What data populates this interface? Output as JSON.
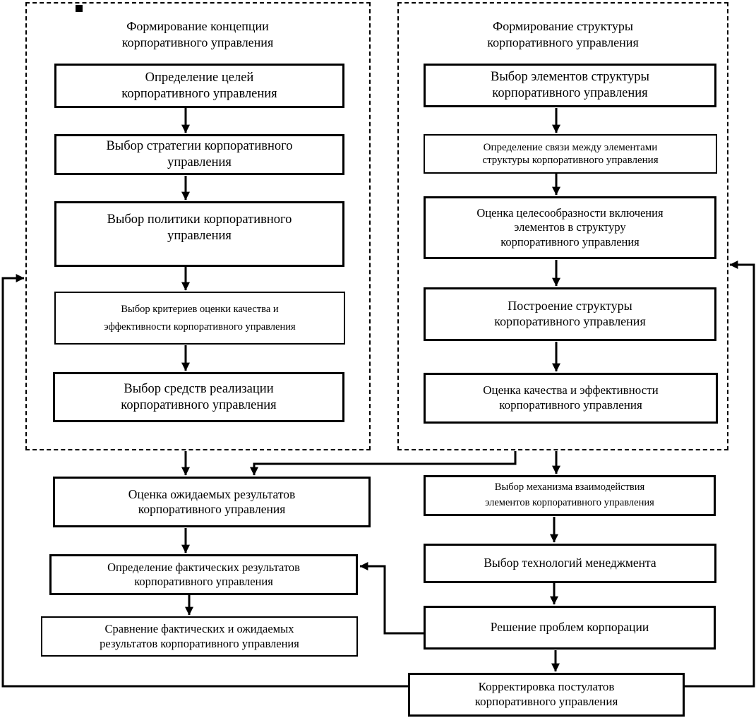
{
  "panels": {
    "left": {
      "title": "Формирование концепции\nкорпоративного управления"
    },
    "right": {
      "title": "Формирование структуры\nкорпоративного управления"
    }
  },
  "boxes": {
    "l1": {
      "label": "Определение целей\nкорпоративного управления"
    },
    "l2": {
      "label": "Выбор стратегии  корпоративного\nуправления"
    },
    "l3": {
      "label": "Выбор политики  корпоративного\nуправления"
    },
    "l4": {
      "label": "Выбор критериев оценки качества и\nэффективности  корпоративного управления"
    },
    "l5": {
      "label": "Выбор средств реализации\nкорпоративного управления"
    },
    "l6": {
      "label": "Оценка ожидаемых результатов\nкорпоративного управления"
    },
    "l7": {
      "label": "Определение фактических результатов\nкорпоративного управления"
    },
    "l8": {
      "label": "Сравнение фактических и ожидаемых\nрезультатов корпоративного управления"
    },
    "r1": {
      "label": "Выбор элементов структуры\nкорпоративного управления"
    },
    "r2": {
      "label": "Определение связи между элементами\nструктуры корпоративного управления"
    },
    "r3": {
      "label": "Оценка целесообразности  включения\nэлементов в структуру\nкорпоративного управления"
    },
    "r4": {
      "label": "Построение структуры\nкорпоративного управления"
    },
    "r5": {
      "label": "Оценка качества и эффективности\nкорпоративного управления"
    },
    "r6": {
      "label": "Выбор механизма взаимодействия\nэлементов корпоративного управления"
    },
    "r7": {
      "label": "Выбор технологий менеджмента"
    },
    "r8": {
      "label": "Решение проблем корпорации"
    },
    "correction": {
      "label": "Корректировка постулатов\nкорпоративного управления"
    }
  },
  "colors": {
    "line": "#000000",
    "background": "#ffffff"
  }
}
